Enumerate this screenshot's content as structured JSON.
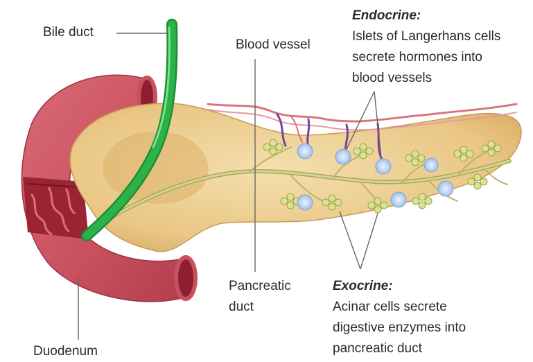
{
  "labels": {
    "bile_duct": "Bile duct",
    "blood_vessel": "Blood vessel",
    "endocrine_title": "Endocrine:",
    "endocrine_line1": "Islets of Langerhans cells",
    "endocrine_line2": "secrete hormones into",
    "endocrine_line3": "blood vessels",
    "pancreatic_duct_line1": "Pancreatic",
    "pancreatic_duct_line2": "duct",
    "exocrine_title": "Exocrine:",
    "exocrine_line1": "Acinar cells secrete",
    "exocrine_line2": "digestive enzymes into",
    "exocrine_line3": "pancreatic duct",
    "duodenum": "Duodenum"
  },
  "colors": {
    "duodenum": "#c9505e",
    "duodenum_dark": "#8e1f2e",
    "pancreas": "#e9c684",
    "bile_duct": "#2bb34a",
    "islet": "#b9d3f2",
    "acinar": "#cfe08a",
    "blood_vessel": "#d8757d",
    "leader": "#666666"
  }
}
